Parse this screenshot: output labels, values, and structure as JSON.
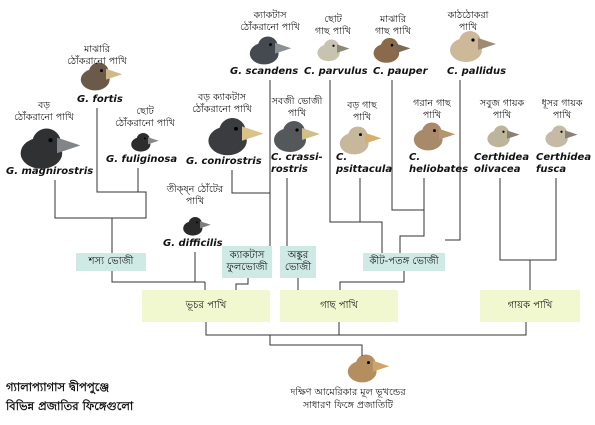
{
  "caption": {
    "line1": "গ্যালাপ্যাগাস দ্বীপপুঞ্জে",
    "line2": "বিভিন্ন প্রজাতির ফিঙ্গেগুলো"
  },
  "ancestor": {
    "line1": "দক্ষিণ আমেরিকার মূল ভূখন্ডের",
    "line2": "সাধারণ ফিঙ্গে প্রজাতিটি"
  },
  "species": [
    {
      "id": "g-fortis",
      "scientific": "G. fortis",
      "common": [
        "মাঝারি",
        "ঠোঁকরানো পাখি"
      ]
    },
    {
      "id": "g-magnirostris",
      "scientific": "G. magnirostris",
      "common": [
        "বড়",
        "ঠোঁকরানো পাখি"
      ]
    },
    {
      "id": "g-fuliginosa",
      "scientific": "G. fuliginosa",
      "common": [
        "ছোট",
        "ঠোঁকরানো পাখি"
      ]
    },
    {
      "id": "g-conirostris",
      "scientific": "G. conirostris",
      "common": [
        "বড় ক্যাকটাস",
        "ঠোঁকরানো পাখি"
      ]
    },
    {
      "id": "g-difficilis",
      "scientific": "G. difficilis",
      "common": [
        "তীক্ষ্ন ঠোঁটের",
        "পাখি"
      ]
    },
    {
      "id": "g-scandens",
      "scientific": "G. scandens",
      "common": [
        "ক্যাকটাস",
        "ঠোঁকরানো পাখি"
      ]
    },
    {
      "id": "c-crassirostris",
      "scientific": [
        "C. crassi-",
        "rostris"
      ],
      "common": [
        "সবজী ভোজী",
        "পাখি"
      ]
    },
    {
      "id": "c-parvulus",
      "scientific": "C. parvulus",
      "common": [
        "ছোট",
        "গাছ পাখি"
      ]
    },
    {
      "id": "c-psittacula",
      "scientific": [
        "C.",
        "psittacula"
      ],
      "common": [
        "বড় গাছ",
        "পাখি"
      ]
    },
    {
      "id": "c-pauper",
      "scientific": "C. pauper",
      "common": [
        "মাঝারি",
        "গাছ পাখি"
      ]
    },
    {
      "id": "c-heliobates",
      "scientific": [
        "C.",
        "heliobates"
      ],
      "common": [
        "গরান গাছ",
        "পাখি"
      ]
    },
    {
      "id": "c-pallidus",
      "scientific": "C. pallidus",
      "common": [
        "কাঠঠোকরা",
        "পাখি"
      ]
    },
    {
      "id": "certhidea-olivacea",
      "scientific": [
        "Certhidea",
        "olivacea"
      ],
      "common": [
        "সবুজ গায়ক",
        "পাখি"
      ]
    },
    {
      "id": "certhidea-fusca",
      "scientific": [
        "Certhidea",
        "fusca"
      ],
      "common": [
        "ধূসর গায়ক",
        "পাখি"
      ]
    }
  ],
  "diet_groups": [
    {
      "id": "seed-eaters",
      "label": "শস্য ভোজী"
    },
    {
      "id": "cactus-eaters",
      "label": [
        "ক্যাকটাস",
        "ফুলভোজী"
      ]
    },
    {
      "id": "bud-eaters",
      "label": [
        "অঙ্কুর",
        "ভোজী"
      ]
    },
    {
      "id": "insect-eaters",
      "label": "কীট-পতঙ্গ ভোজী"
    }
  ],
  "habitat_groups": [
    {
      "id": "ground-finches",
      "label": "ভূচর পাখি"
    },
    {
      "id": "tree-finches",
      "label": "গাছ পাখি"
    },
    {
      "id": "warbler-finches",
      "label": "গায়ক পাখি"
    }
  ],
  "colors": {
    "line": "#333333",
    "diet_box": "#cfe9e4",
    "habitat_box": "#f1f7cf"
  }
}
